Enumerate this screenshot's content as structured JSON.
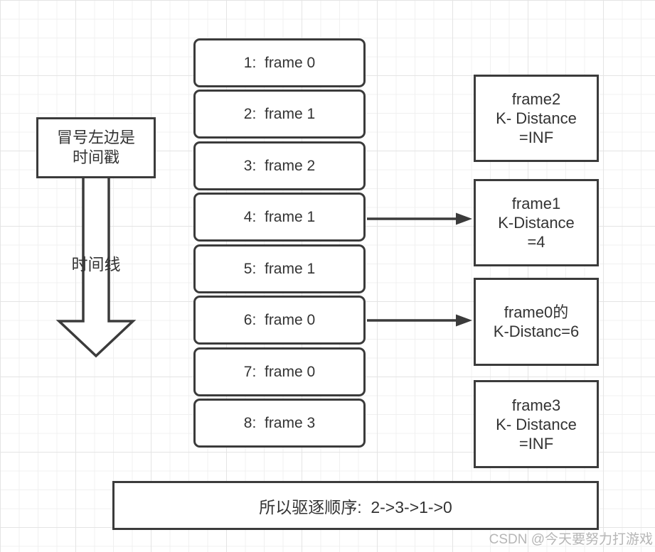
{
  "left_note": {
    "line1": "冒号左边是",
    "line2": "时间戳"
  },
  "timeline_label": "时间线",
  "access_rows": [
    "1:  frame 0",
    "2:  frame 1",
    "3:  frame 2",
    "4:  frame 1",
    "5:  frame 1",
    "6:  frame 0",
    "7:  frame 0",
    "8:  frame 3"
  ],
  "k_boxes": {
    "frame2": {
      "line1": "frame2",
      "line2": "K- Distance",
      "line3": "=INF"
    },
    "frame1": {
      "line1": "frame1",
      "line2": "K-Distance",
      "line3": "=4"
    },
    "frame0": {
      "line1": "frame0的",
      "line2": "K-Distanc=6"
    },
    "frame3": {
      "line1": "frame3",
      "line2": "K- Distance",
      "line3": "=INF"
    }
  },
  "conclusion": "所以驱逐顺序:  2->3->1->0",
  "watermark": "CSDN @今天要努力打游戏",
  "colors": {
    "stroke": "#3b3b3b",
    "text": "#333333",
    "box_fill": "#ffffff",
    "watermark": "#b6b6b6"
  }
}
